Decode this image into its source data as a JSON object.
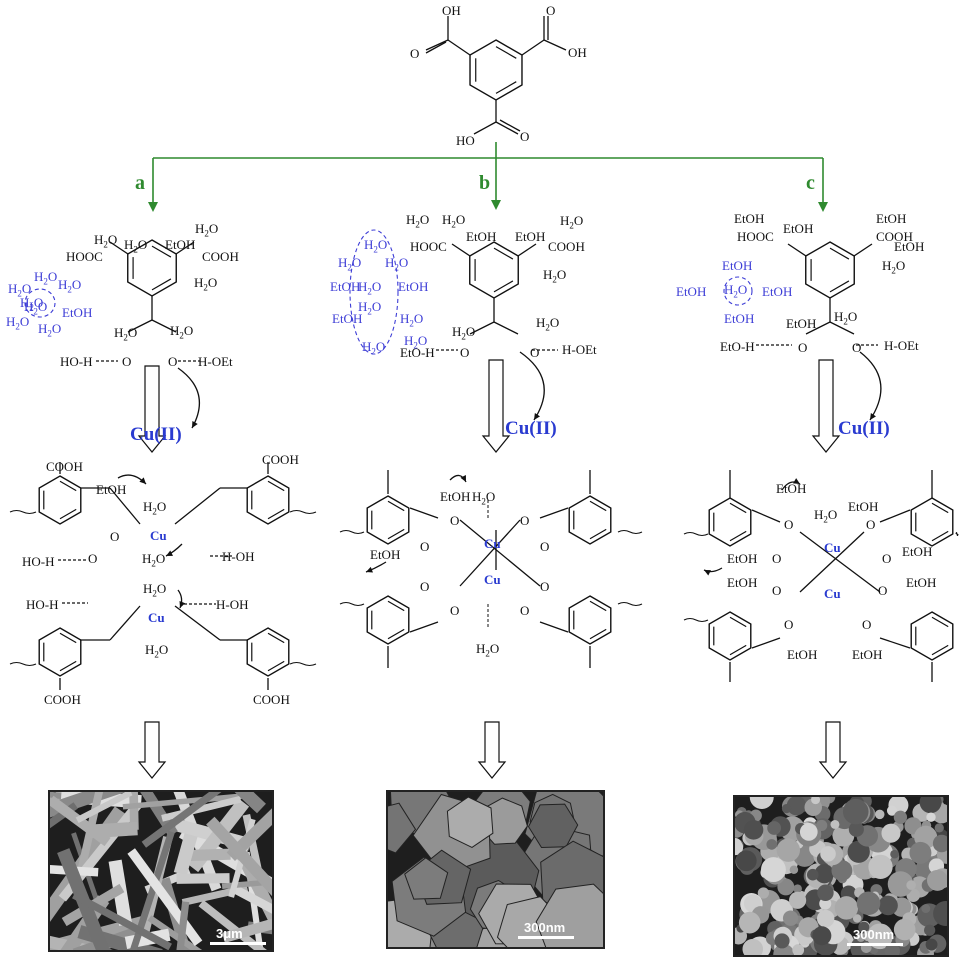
{
  "top_molecule": {
    "oh_top_left": "OH",
    "oh_top_right": "OH",
    "ho_bottom": "HO"
  },
  "routes": [
    {
      "letter": "a",
      "solvent_cluster": [
        "H2O",
        "H2O",
        "H2O",
        "H2O",
        "EtOH",
        "H2O",
        "H2O",
        "H2O"
      ],
      "ligand_labels": [
        "H2O",
        "H2O",
        "EtOH",
        "H2O",
        "HOOC",
        "COOH",
        "H2O",
        "H2O",
        "H2O",
        "HO-H",
        "O",
        "O",
        "H-OEt"
      ],
      "metal": "Cu(II)",
      "complex_labels": [
        "COOH",
        "EtOH",
        "H2O",
        "Cu",
        "H2O",
        "COOH",
        "HO-H",
        "O",
        "O",
        "H-OH",
        "HO-H",
        "H2O",
        "Cu",
        "H2O",
        "H-OH",
        "COOH",
        "COOH"
      ],
      "sem_scale": "3μm"
    },
    {
      "letter": "b",
      "solvent_cluster": [
        "H2O",
        "H2O",
        "H2O",
        "EtOH",
        "H2O",
        "EtOH",
        "H2O",
        "EtOH",
        "H2O",
        "H2O",
        "H2O"
      ],
      "ligand_labels": [
        "H2O",
        "H2O",
        "EtOH",
        "EtOH",
        "H2O",
        "HOOC",
        "COOH",
        "H2O",
        "H2O",
        "H2O",
        "EtO-H",
        "O",
        "O",
        "H-OEt"
      ],
      "metal": "Cu(II)",
      "complex_labels": [
        "EtOH",
        "H2O",
        "Cu",
        "EtOH",
        "Cu",
        "H2O"
      ],
      "sem_scale": "300nm"
    },
    {
      "letter": "c",
      "solvent_cluster": [
        "EtOH",
        "EtOH",
        "H2O",
        "EtOH",
        "EtOH"
      ],
      "ligand_labels": [
        "EtOH",
        "EtOH",
        "EtOH",
        "HOOC",
        "COOH",
        "EtOH",
        "H2O",
        "EtOH",
        "H2O",
        "EtO-H",
        "O",
        "O",
        "H-OEt"
      ],
      "metal": "Cu(II)",
      "complex_labels": [
        "EtOH",
        "H2O",
        "EtOH",
        "Cu",
        "EtOH",
        "EtOH",
        "EtOH",
        "EtOH",
        "Cu",
        "EtOH",
        "EtOH"
      ],
      "sem_scale": "300nm"
    }
  ],
  "colors": {
    "arrow_green": "#2f8a2f",
    "metal_blue": "#2a3bd0",
    "solvent_blue": "#3d3dd6",
    "ink": "#111111"
  }
}
